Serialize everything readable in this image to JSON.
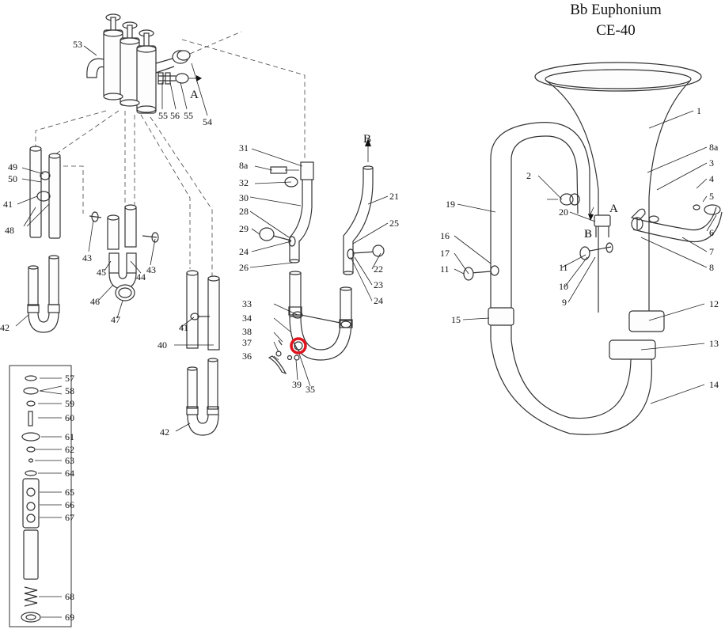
{
  "title": {
    "line1": "Bb Euphonium",
    "line2": "CE-40"
  },
  "arrows": {
    "a": "A",
    "b": "B"
  },
  "highlight": {
    "color": "#e0141e",
    "part": "35"
  },
  "callouts": {
    "c53": "53",
    "c56": "56",
    "c55a": "55",
    "c55b": "55",
    "c54": "54",
    "cA1": "A",
    "c49": "49",
    "c50": "50",
    "c41a": "41",
    "c48": "48",
    "c43a": "43",
    "c43b": "43",
    "c45": "45",
    "c44": "44",
    "c46": "46",
    "c47": "47",
    "c42a": "42",
    "c41b": "41",
    "c40": "40",
    "c42b": "42",
    "c31": "31",
    "c8a1": "8a",
    "c32": "32",
    "c30": "30",
    "c28": "28",
    "c29": "29",
    "c24a": "24",
    "c26": "26",
    "c21": "21",
    "c25": "25",
    "c22": "22",
    "c23": "23",
    "c24b": "24",
    "c33": "33",
    "c34": "34",
    "c38": "38",
    "c37": "37",
    "c36": "36",
    "c39": "39",
    "c35": "35",
    "c57": "57",
    "c58": "58",
    "c59": "59",
    "c60": "60",
    "c61": "61",
    "c62": "62",
    "c63": "63",
    "c64": "64",
    "c65": "65",
    "c66": "66",
    "c67": "67",
    "c68": "68",
    "c69": "69",
    "c1": "1",
    "c8a2": "8a",
    "c3": "3",
    "c4": "4",
    "c5": "5",
    "c6": "6",
    "c7": "7",
    "c8": "8",
    "c2": "2",
    "c19": "19",
    "c20": "20",
    "c16": "16",
    "c17": "17",
    "c11a": "11",
    "c11b": "11",
    "c10": "10",
    "c9": "9",
    "c15": "15",
    "c12": "12",
    "c13": "13",
    "c14": "14"
  }
}
